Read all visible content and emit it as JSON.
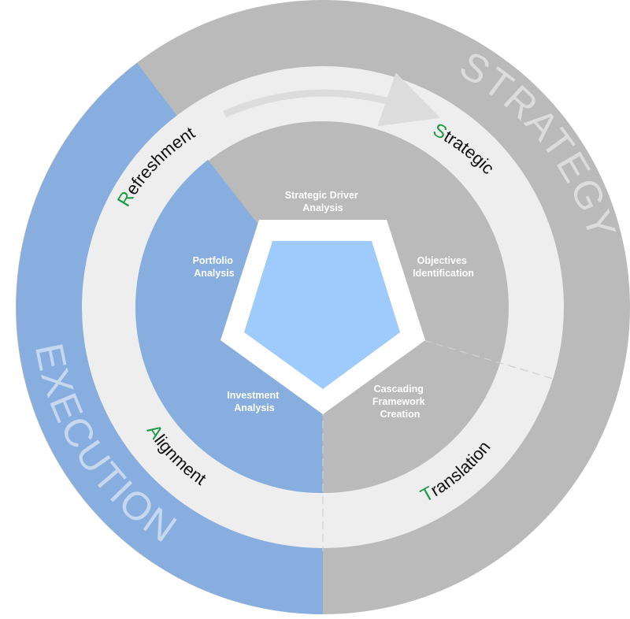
{
  "colors": {
    "gray": "#bababa",
    "blue": "#88aedf",
    "light_ring": "#eeeeee",
    "pentagon": "#9ecbfc",
    "accent": "#1e9a47",
    "outer_text_strategy": "#dcdcdc",
    "outer_text_execution": "#c6d8ef"
  },
  "outer_ring": {
    "strategy": "STRATEGY",
    "execution": "EXECUTION"
  },
  "phases": [
    {
      "first": "S",
      "rest": "trategic"
    },
    {
      "first": "T",
      "rest": "ranslation"
    },
    {
      "first": "A",
      "rest": "lignment"
    },
    {
      "first": "R",
      "rest": "efreshment"
    }
  ],
  "stages": {
    "strategic_driver": [
      "Strategic Driver",
      "Analysis"
    ],
    "objectives": [
      "Objectives",
      "Identification"
    ],
    "cascading": [
      "Cascading",
      "Framework",
      "Creation"
    ],
    "investment": [
      "Investment",
      "Analysis"
    ],
    "portfolio": [
      "Portfolio",
      "Analysis"
    ]
  }
}
